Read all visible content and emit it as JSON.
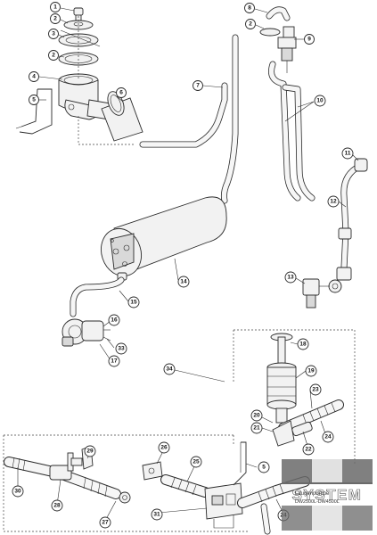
{
  "diagram": {
    "callouts": [
      "1",
      "2",
      "3",
      "2",
      "4",
      "5",
      "6",
      "7",
      "8",
      "2",
      "9",
      "10",
      "11",
      "12",
      "13",
      "14",
      "15",
      "16",
      "33",
      "17",
      "34",
      "18",
      "19",
      "23",
      "20",
      "21",
      "22",
      "24",
      "26",
      "25",
      "29",
      "5",
      "30",
      "28",
      "27",
      "31",
      "24"
    ]
  },
  "watermark": {
    "brand": "SYSTEM",
    "title": "Laugenpumpe",
    "subtitle": "DW2500L-DW4500L"
  },
  "colors": {
    "line": "#2a2a2a",
    "logo_dark": "#6a6a6a",
    "logo_light": "#dcdcdc"
  }
}
